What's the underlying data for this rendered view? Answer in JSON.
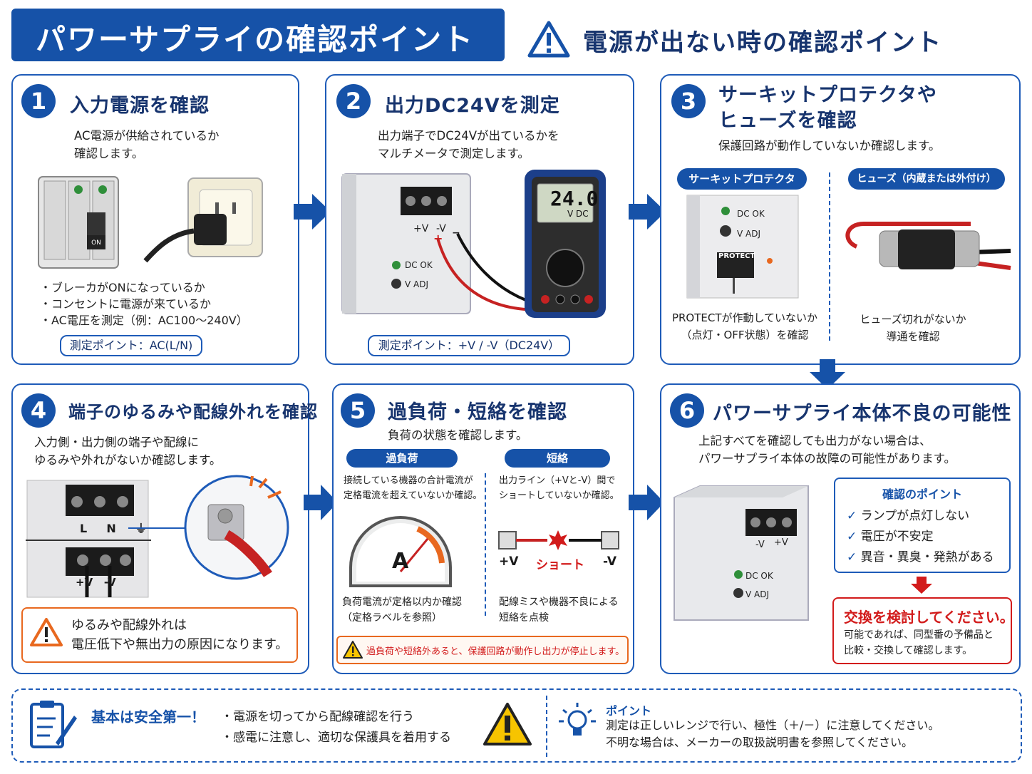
{
  "header": {
    "title": "パワーサプライの確認ポイント",
    "subtitle": "電源が出ない時の確認ポイント"
  },
  "steps": [
    {
      "num": "1",
      "title": "入力電源を確認",
      "desc": [
        "AC電源が供給されているか",
        "確認します。"
      ],
      "breaker_label": "ON",
      "bullets": [
        "・ブレーカがONになっているか",
        "・コンセントに電源が来ているか",
        "・AC電圧を測定（例：AC100〜240V）"
      ],
      "point": "測定ポイント：AC(L/N)"
    },
    {
      "num": "2",
      "title": "出力DC24Vを測定",
      "desc": [
        "出力端子でDC24Vが出ているかを",
        "マルチメータで測定します。"
      ],
      "terminal_labels": [
        "+V",
        "-V"
      ],
      "plus_mark": "+",
      "minus_mark": "−",
      "led_labels": [
        "DC OK",
        "V ADJ"
      ],
      "meter_value": "24.0",
      "meter_unit": "V DC",
      "point": "測定ポイント：+V / -V（DC24V）"
    },
    {
      "num": "3",
      "title": [
        "サーキットプロテクタや",
        "ヒューズを確認"
      ],
      "desc": "保護回路が動作していないか確認します。",
      "left_label": "サーキットプロテクタ",
      "right_label": "ヒューズ（内蔵または外付け）",
      "led_labels": [
        "DC OK",
        "V ADJ"
      ],
      "protect_label": "PROTECT",
      "left_caption": [
        "PROTECTが作動していないか",
        "（点灯・OFF状態）を確認"
      ],
      "right_caption": [
        "ヒューズ切れがないか",
        "導通を確認"
      ]
    },
    {
      "num": "4",
      "title": "端子のゆるみや配線外れを確認",
      "desc": [
        "入力側・出力側の端子や配線に",
        "ゆるみや外れがないか確認します。"
      ],
      "terminal_labels": [
        "L",
        "N",
        "⏚"
      ],
      "out_labels": [
        "+V",
        "-V"
      ],
      "warning": [
        "ゆるみや配線外れは",
        "電圧低下や無出力の原因になります。"
      ]
    },
    {
      "num": "5",
      "title": "過負荷・短絡を確認",
      "desc": "負荷の状態を確認します。",
      "left_label": "過負荷",
      "right_label": "短絡",
      "left_text": [
        "接続している機器の合計電流が",
        "定格電流を超えていないか確認。"
      ],
      "right_text": [
        "出力ライン（+Vと-V）間で",
        "ショートしていないか確認。"
      ],
      "gauge_label": "A",
      "short_labels": [
        "+V",
        "ショート",
        "-V"
      ],
      "left_caption": [
        "負荷電流が定格以内か確認",
        "（定格ラベルを参照）"
      ],
      "right_caption": [
        "配線ミスや機器不良による",
        "短絡を点検"
      ],
      "warning": "過負荷や短絡外あると、保護回路が動作し出力が停止します。"
    },
    {
      "num": "6",
      "title": "パワーサプライ本体不良の可能性",
      "desc": [
        "上記すべてを確認しても出力がない場合は、",
        "パワーサプライ本体の故障の可能性があります。"
      ],
      "terminal_labels": [
        "-V",
        "+V"
      ],
      "led_labels": [
        "DC OK",
        "V ADJ"
      ],
      "check_title": "確認のポイント",
      "checks": [
        "ランプが点灯しない",
        "電圧が不安定",
        "異音・異臭・発熱がある"
      ],
      "exchange_title": "交換を検討してください。",
      "exchange_text": [
        "可能であれば、同型番の予備品と",
        "比較・交換して確認します。"
      ]
    }
  ],
  "footer": {
    "safety_title": "基本は安全第一！",
    "safety_items": [
      "・電源を切ってから配線確認を行う",
      "・感電に注意し、適切な保護具を着用する"
    ],
    "point_title": "ポイント",
    "point_items": [
      "測定は正しいレンジで行い、極性（＋/－）に注意してください。",
      "不明な場合は、メーカーの取扱説明書を参照してください。"
    ]
  },
  "colors": {
    "primary": "#1652a8",
    "navy": "#17346e",
    "orange_warning": "#e8681f",
    "red": "#d21b1b"
  }
}
